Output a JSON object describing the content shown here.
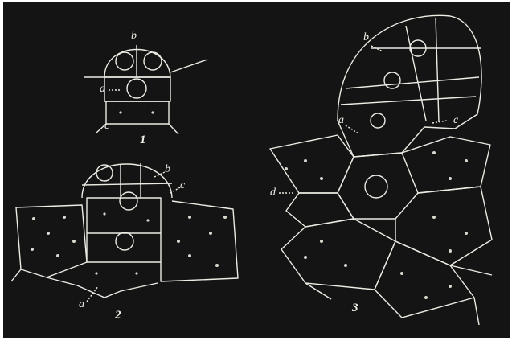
{
  "plate": {
    "background": "#141414",
    "ink": "#ecece4",
    "figures": [
      {
        "number": "1",
        "labels": [
          "b",
          "a",
          "c"
        ]
      },
      {
        "number": "2",
        "labels": [
          "b",
          "c",
          "a"
        ]
      },
      {
        "number": "3",
        "labels": [
          "b",
          "a",
          "c",
          "d"
        ]
      }
    ]
  }
}
